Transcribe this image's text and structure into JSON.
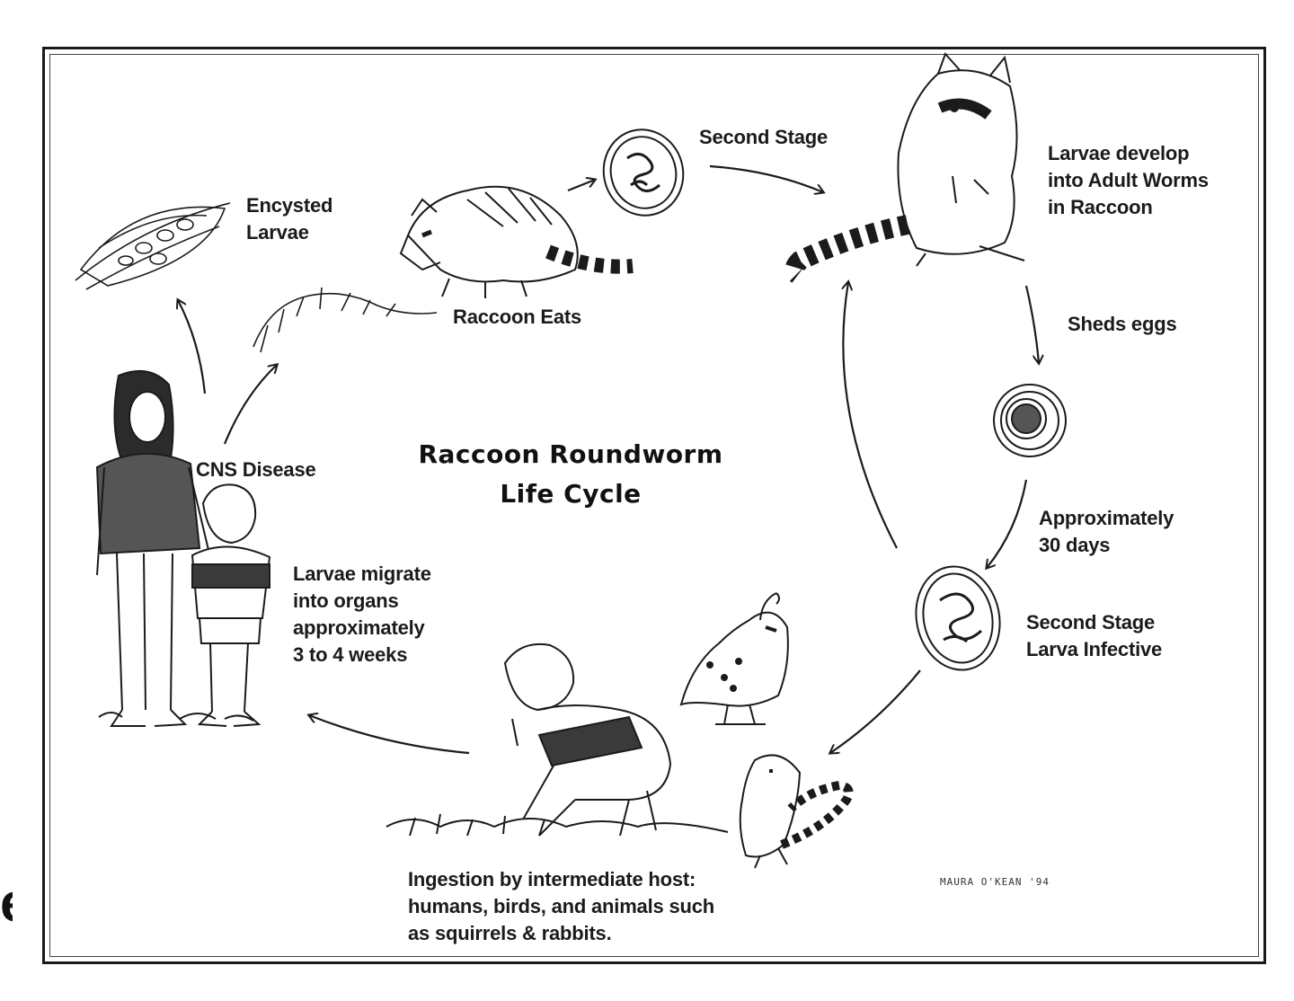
{
  "diagram": {
    "title": "Raccoon Roundworm\nLife Cycle",
    "labels": {
      "second_stage_top": "Second Stage",
      "larvae_develop": "Larvae develop\ninto Adult Worms\nin Raccoon",
      "sheds_eggs": "Sheds eggs",
      "approx_30_days": "Approximately\n30 days",
      "second_stage_infective": "Second Stage\nLarva Infective",
      "ingestion": "Ingestion by intermediate host:\nhumans, birds, and animals such\nas squirrels & rabbits.",
      "larvae_migrate": "Larvae migrate\ninto organs\napproximately\n3 to 4 weeks",
      "cns_disease": "CNS Disease",
      "encysted_larvae": "Encysted\nLarvae",
      "raccoon_eats": "Raccoon Eats"
    },
    "signature": "MAURA O'KEAN '94",
    "edge_fragment": "e"
  },
  "colors": {
    "ink": "#1b1b1b",
    "paper": "#ffffff"
  }
}
